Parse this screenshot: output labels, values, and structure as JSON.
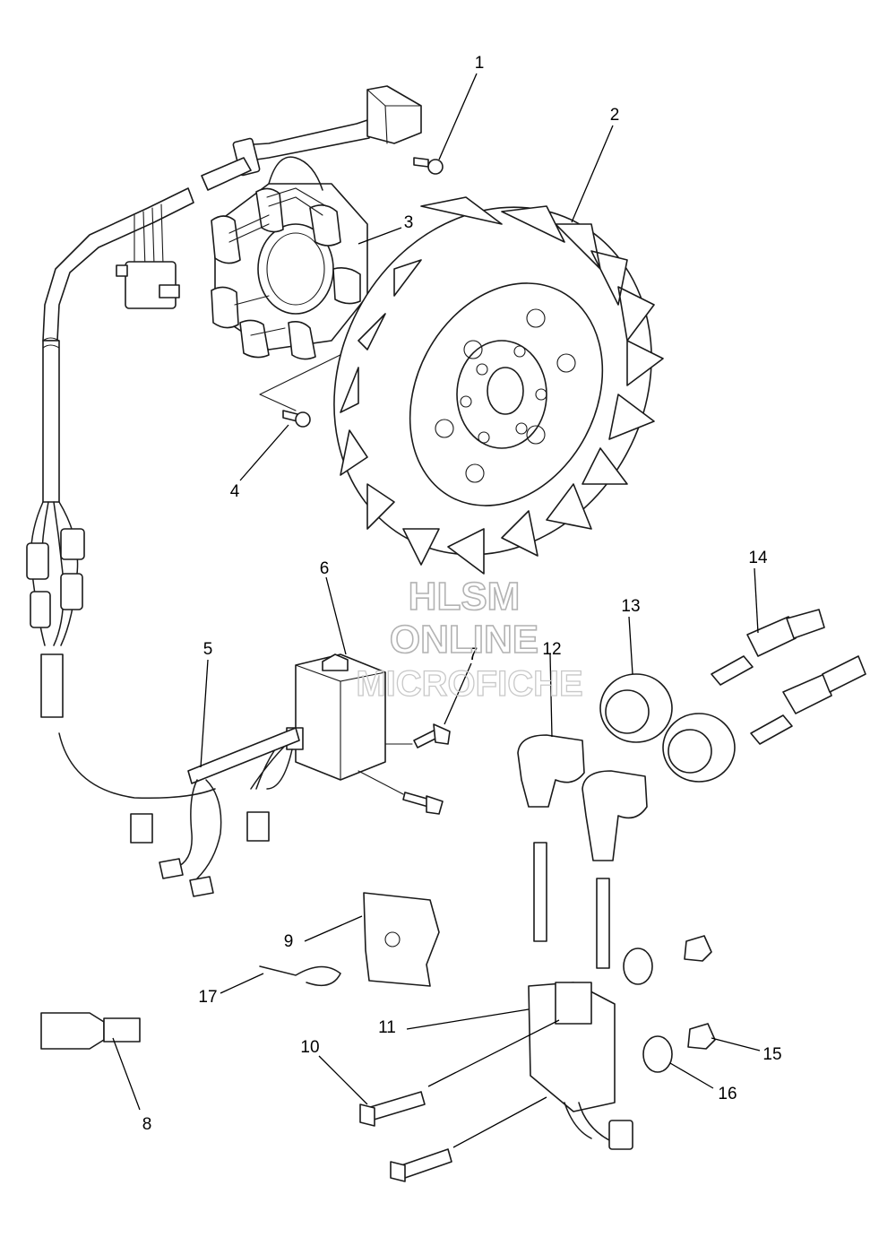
{
  "watermark": {
    "line1": "HLSM",
    "line2": "ONLINE",
    "line3": "MICROFICHE"
  },
  "callouts": [
    "1",
    "2",
    "3",
    "4",
    "5",
    "6",
    "7",
    "8",
    "9",
    "10",
    "11",
    "12",
    "13",
    "14",
    "15",
    "16",
    "17"
  ]
}
